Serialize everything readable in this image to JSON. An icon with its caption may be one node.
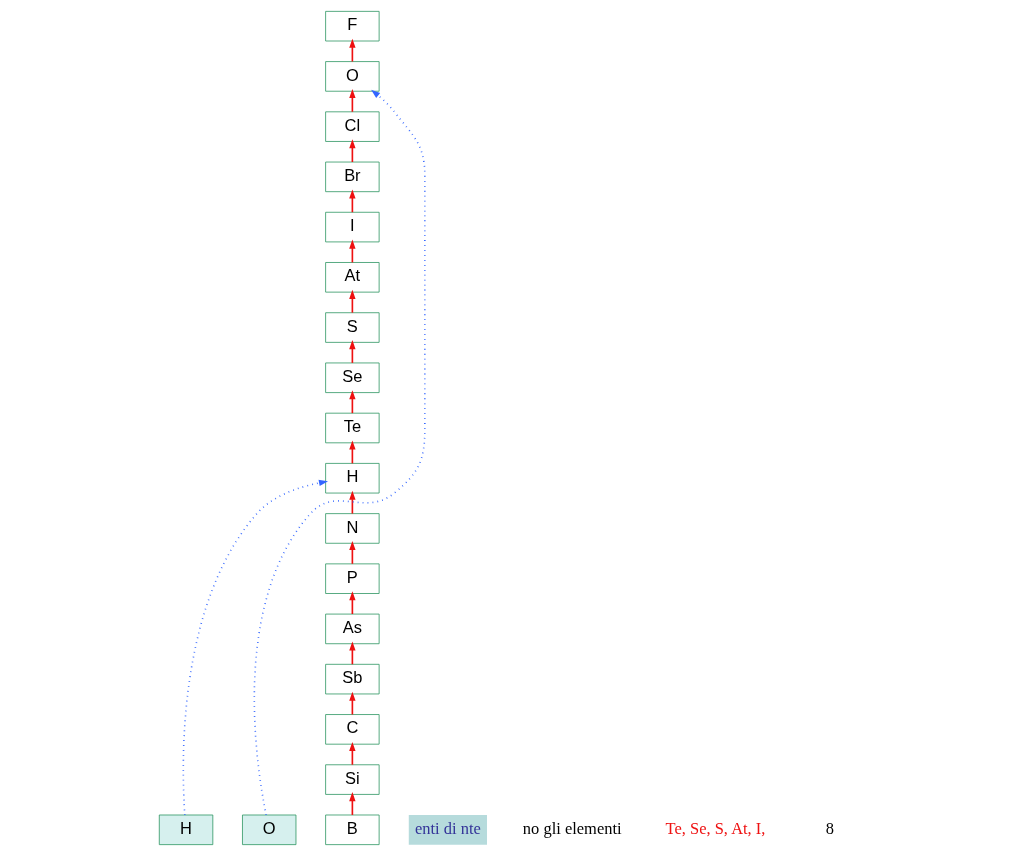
{
  "diagram": {
    "nodes": [
      {
        "text": [
          "H"
        ]
      },
      {
        "text": [
          "B"
        ]
      },
      {
        "text": [
          "C"
        ]
      },
      {
        "text": [
          "Si"
        ]
      },
      {
        "text": [
          "H"
        ]
      },
      {
        "text": [
          "N"
        ]
      },
      {
        "text": [
          "P"
        ]
      },
      {
        "text": [
          "As"
        ]
      },
      {
        "text": [
          "Sb"
        ]
      },
      {
        "text": [
          "O"
        ]
      },
      {
        "text": [
          "S"
        ]
      },
      {
        "text": [
          "Se"
        ]
      },
      {
        "text": [
          "Te"
        ]
      },
      {
        "text": [
          "F"
        ]
      },
      {
        "text": [
          "O"
        ]
      },
      {
        "text": [
          "Cl"
        ]
      },
      {
        "text": [
          "Br"
        ]
      },
      {
        "text": [
          "I"
        ]
      },
      {
        "text": [
          "At"
        ]
      },
      {
        "text": [
          "enti di nte"
        ]
      }
    ],
    "edges": [
      {
        "from": 0,
        "to": 4,
        "arrow": "to",
        "style": "dashed",
        "color": "#3366ff"
      },
      {
        "from": 1,
        "to": 3,
        "arrow": "to"
      },
      {
        "from": 3,
        "to": 2,
        "arrow": "to"
      },
      {
        "from": 2,
        "to": 8,
        "arrow": "to"
      },
      {
        "from": 8,
        "to": 7,
        "arrow": "to"
      },
      {
        "from": 7,
        "to": 6,
        "arrow": "to"
      },
      {
        "from": 6,
        "to": 5,
        "arrow": "to"
      },
      {
        "from": 5,
        "to": 4,
        "arrow": "to"
      },
      {
        "from": 4,
        "to": 12,
        "arrow": "to"
      },
      {
        "from": 12,
        "to": 11,
        "arrow": "to"
      },
      {
        "from": 11,
        "to": 10,
        "arrow": "to"
      },
      {
        "from": 10,
        "to": 18,
        "arrow": "to"
      },
      {
        "from": 9,
        "to": 14,
        "arrow": "to",
        "style": "dashed",
        "color": "#3366ff"
      },
      {
        "from": 18,
        "to": 17,
        "arrow": "to"
      },
      {
        "from": 17,
        "to": 16,
        "arrow": "to"
      },
      {
        "from": 16,
        "to": 15,
        "arrow": "to"
      },
      {
        "from": 15,
        "to": 14,
        "arrow": "to"
      },
      {
        "from": 14,
        "to": 13,
        "arrow": "to"
      }
    ],
    "labels": [
      "no gli elementi",
      "Te, Se, S, At, I,",
      "8"
    ]
  }
}
